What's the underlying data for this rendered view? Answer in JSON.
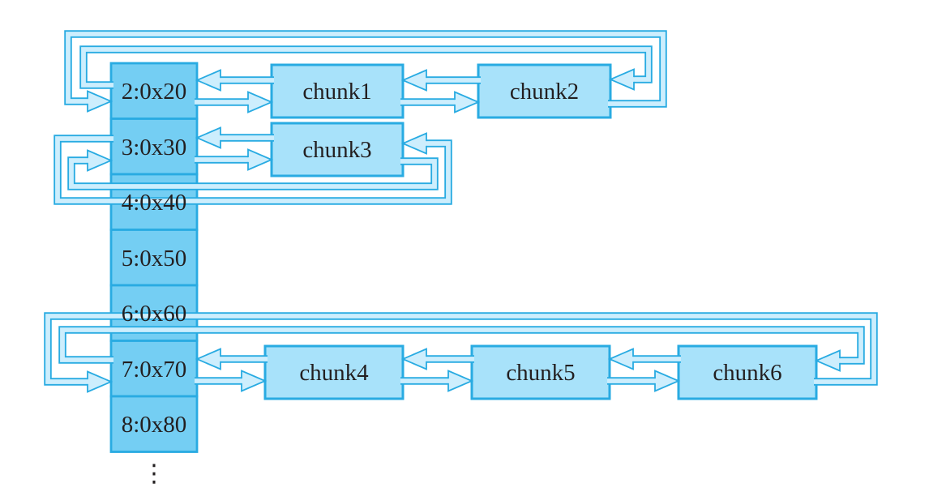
{
  "diagram": {
    "description": "heap size-bins free list with doubly linked chunks",
    "bins": [
      {
        "label": "2:0x20",
        "chunks": [
          "chunk1",
          "chunk2"
        ]
      },
      {
        "label": "3:0x30",
        "chunks": [
          "chunk3"
        ]
      },
      {
        "label": "4:0x40",
        "chunks": []
      },
      {
        "label": "5:0x50",
        "chunks": []
      },
      {
        "label": "6:0x60",
        "chunks": []
      },
      {
        "label": "7:0x70",
        "chunks": [
          "chunk4",
          "chunk5",
          "chunk6"
        ]
      },
      {
        "label": "8:0x80",
        "chunks": []
      }
    ],
    "continuation_ellipsis": "⋮",
    "colors": {
      "stroke": "#29abe2",
      "bin_fill": "#74cef3",
      "chunk_fill": "#a8e2fa",
      "band_fill": "#cdeefd",
      "text": "#231f20",
      "background": "#ffffff"
    }
  }
}
